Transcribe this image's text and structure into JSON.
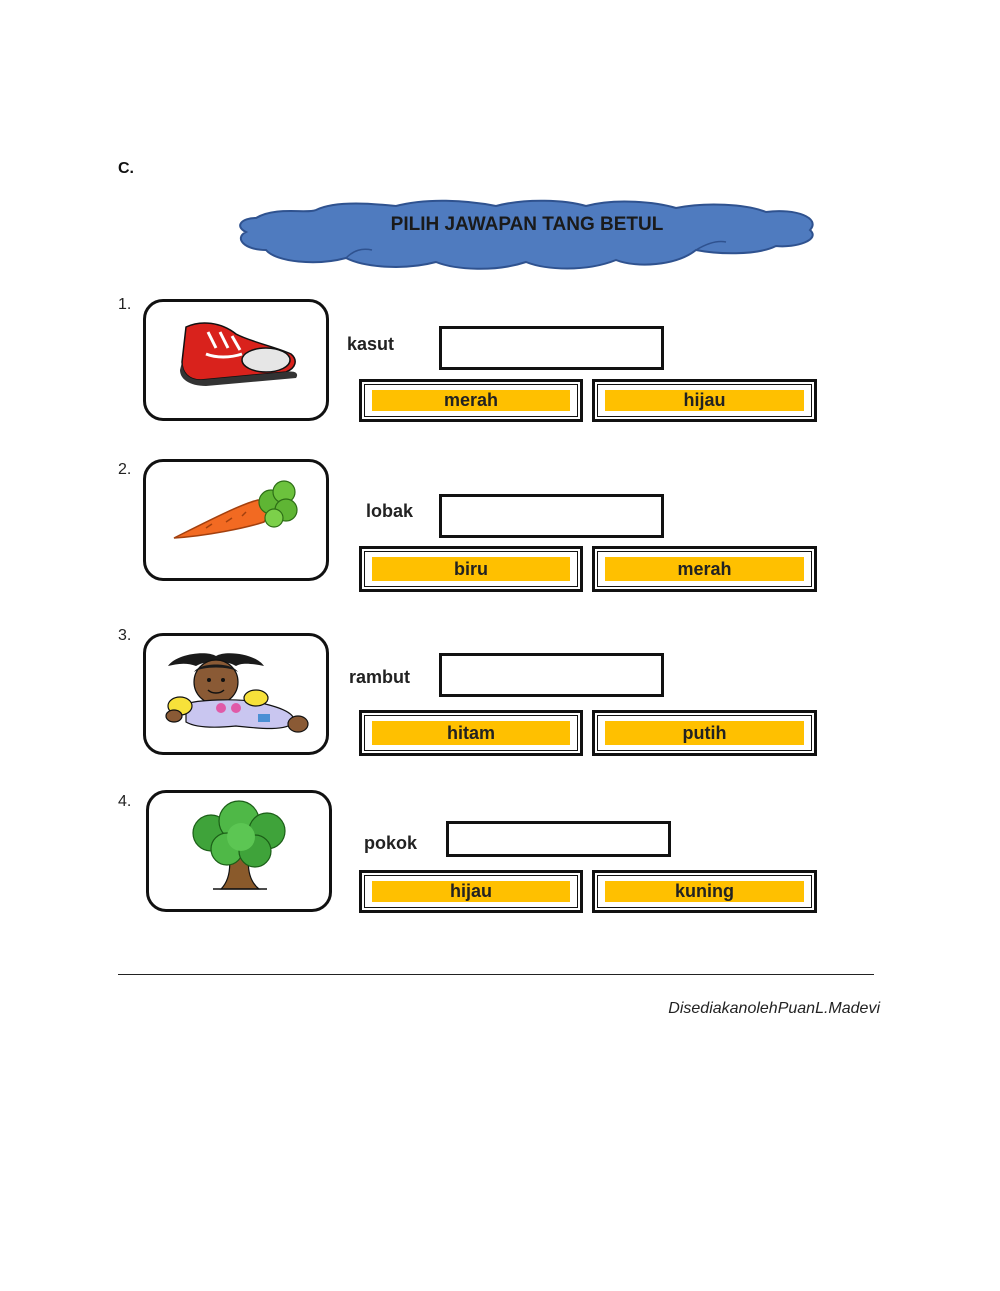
{
  "section": {
    "letter": "C."
  },
  "banner": {
    "title": "PILIH JAWAPAN TANG BETUL"
  },
  "questions": [
    {
      "number": "1.",
      "picture": "shoe-icon",
      "word": "kasut",
      "options": [
        "merah",
        "hijau"
      ]
    },
    {
      "number": "2.",
      "picture": "carrot-icon",
      "word": "lobak",
      "options": [
        "biru",
        "merah"
      ]
    },
    {
      "number": "3.",
      "picture": "doll-icon",
      "word": "rambut",
      "options": [
        "hitam",
        "putih"
      ]
    },
    {
      "number": "4.",
      "picture": "tree-icon",
      "word": "pokok",
      "options": [
        "hijau",
        "kuning"
      ]
    }
  ],
  "footer": {
    "credit": "DisediakanolehPuanL.Madevi"
  },
  "colors": {
    "option_fill": "#ffc000",
    "cloud_fill": "#4f7bbf",
    "cloud_stroke": "#2f528f"
  }
}
